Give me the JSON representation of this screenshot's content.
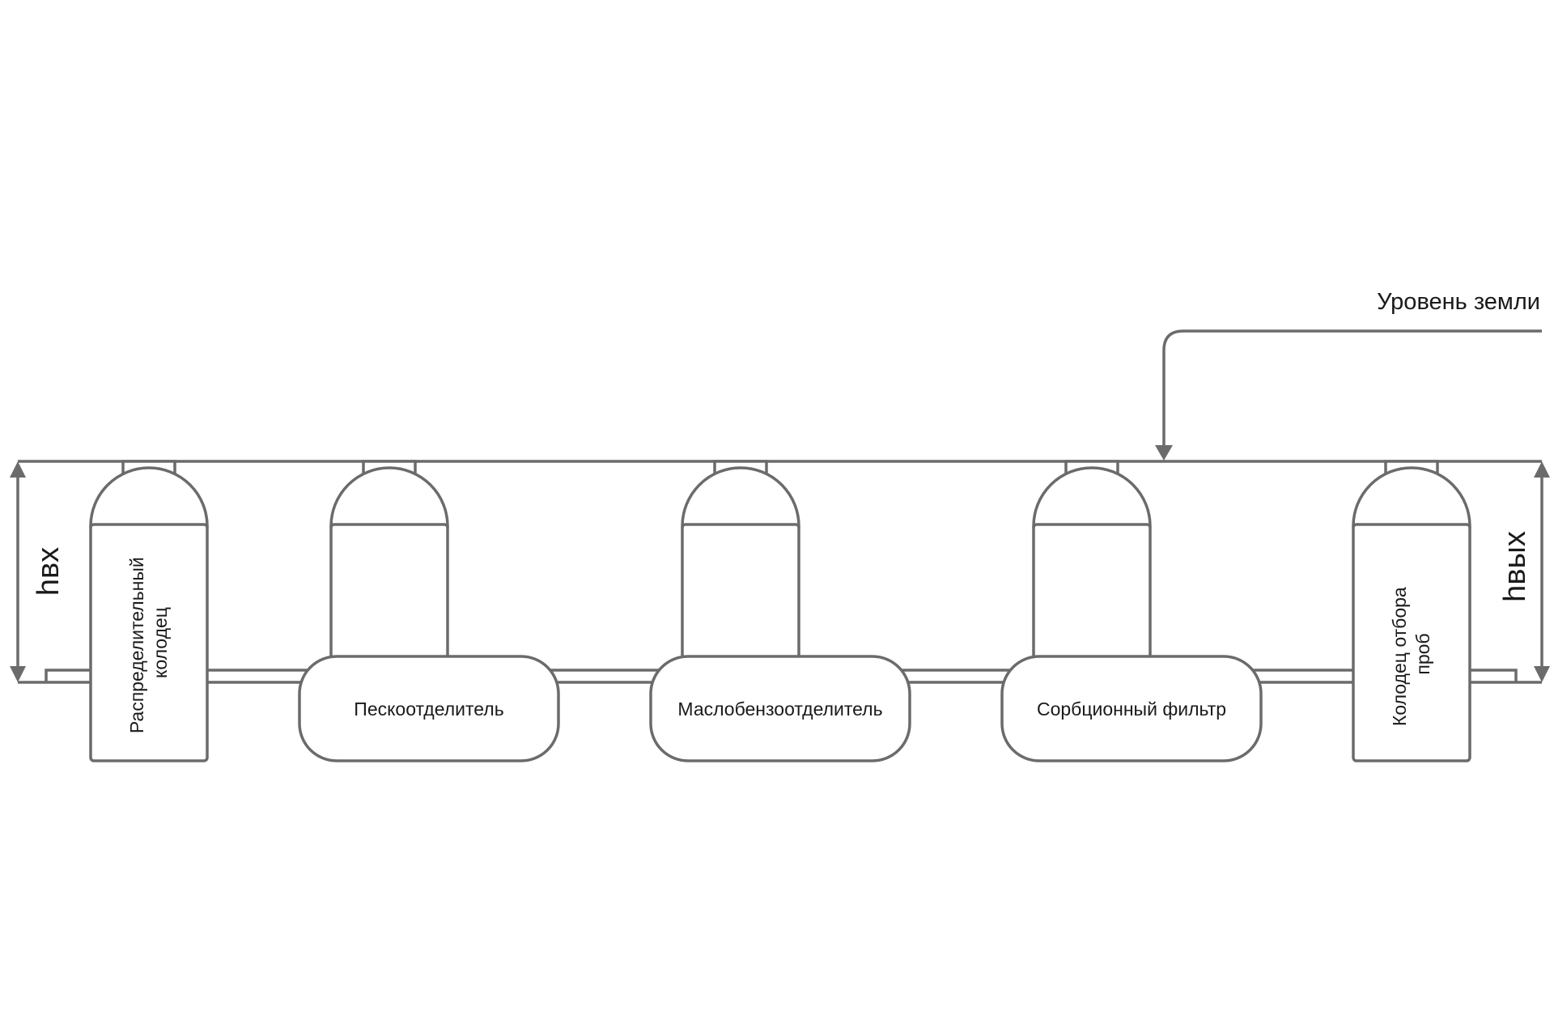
{
  "ground_label": "Уровень земли",
  "dimensions": {
    "inlet": "hвх",
    "outlet": "hвых"
  },
  "units": {
    "distribution_well": [
      "Распределительный",
      "колодец"
    ],
    "sand_separator": "Пескоотделитель",
    "oil_separator": "Маслобензоотделитель",
    "sorption_filter": "Сорбционный фильтр",
    "sampling_well": [
      "Колодец отбора",
      "проб"
    ]
  },
  "colors": {
    "stroke": "#6b6b6b",
    "text": "#1a1a1a",
    "background": "#ffffff"
  }
}
